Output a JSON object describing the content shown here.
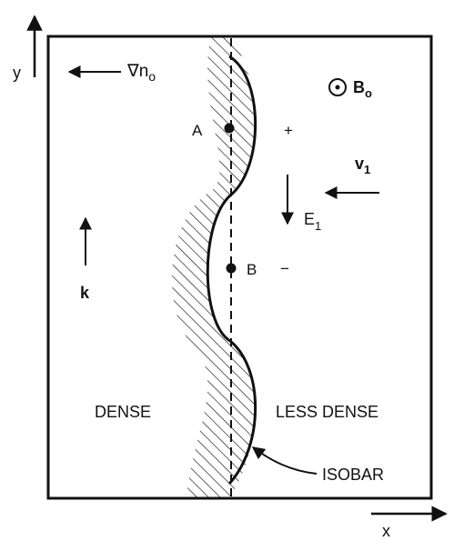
{
  "axes": {
    "x_label": "x",
    "y_label": "y"
  },
  "labels": {
    "grad_n0": "∇n",
    "grad_n0_sub": "o",
    "b0": "B",
    "b0_sub": "o",
    "v1": "v",
    "v1_sub": "1",
    "e1": "E",
    "e1_sub": "1",
    "k": "k",
    "point_a": "A",
    "point_b": "B",
    "plus": "+",
    "minus": "−",
    "dense": "DENSE",
    "less_dense": "LESS DENSE",
    "isobar": "ISOBAR"
  },
  "colors": {
    "ink": "#111111",
    "background": "#ffffff"
  },
  "icons": {
    "b0_symbol": "out-of-page-vector-icon"
  }
}
